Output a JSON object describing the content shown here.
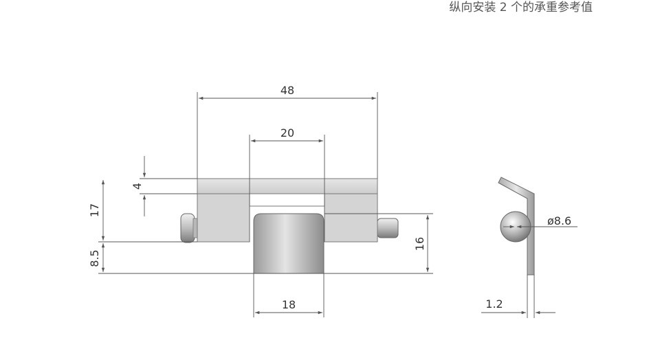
{
  "caption": "纵向安装 2 个的承重参考值",
  "dimensions": {
    "width_total": "48",
    "width_slot": "20",
    "plate_thickness": "4",
    "height_body": "17",
    "offset_bottom": "8.5",
    "height_knuckle": "16",
    "width_knuckle": "18",
    "diameter_pin": "ø8.6",
    "sheet_thickness": "1.2"
  },
  "colors": {
    "line": "#555555",
    "metal_light": "#e0e0e0",
    "metal_mid": "#cfcfcf",
    "metal_dark": "#8f8f8f"
  }
}
